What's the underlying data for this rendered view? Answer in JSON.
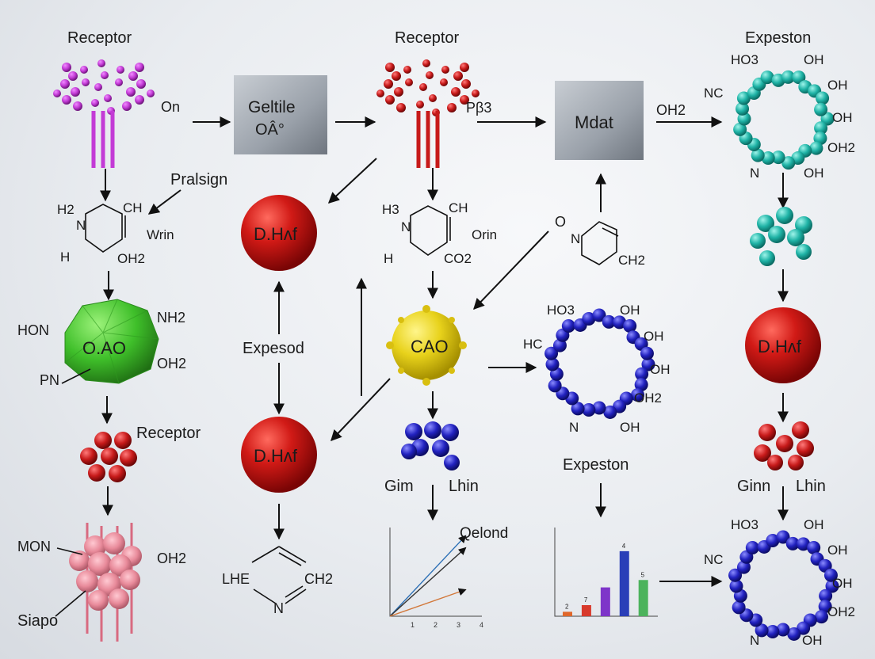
{
  "colors": {
    "receptor_magenta": "#c33bd6",
    "receptor_red": "#c71a1a",
    "teal": "#1fb3a6",
    "green": "#3fbf2a",
    "yellow": "#e8d21b",
    "red_sphere": "#c91515",
    "blue": "#2222c0",
    "pink": "#e88a9a",
    "box_gray": "#9aa1aa"
  },
  "labels": {
    "receptor_1": "Receptor",
    "receptor_2": "Receptor",
    "expeston_top": "Expeston",
    "o_h_1": "On",
    "p_label": "Pβ3",
    "oh2_top": "OH2",
    "box1_line1": "Geltile",
    "box1_line2": "OÂ°",
    "box2": "Mdat",
    "pralsign": "Pralsign",
    "ring1_h2": "H2",
    "ring1_ch": "CH",
    "ring1_n": "N",
    "ring1_h": "H",
    "ring1_oh2": "OH2",
    "wrin": "Wrin",
    "ring2_h3": "H3",
    "ring2_ch": "CH",
    "ring2_n": "N",
    "ring2_h": "H",
    "ring2_co2": "CO2",
    "orin": "Orin",
    "o_label": "O",
    "ring3_n": "N",
    "ring3_ch2": "CH2",
    "dhat_1": "D.Hʌf",
    "dhat_2": "D.Hʌf",
    "dhat_3": "D.Hʌf",
    "expesod": "Expesod",
    "green_center": "O.AO",
    "green_hon": "HON",
    "green_nh2": "NH2",
    "green_oh2": "OH2",
    "green_pn": "PN",
    "cao": "CAO",
    "receptor_3": "Receptor",
    "mon": "MON",
    "pink_oh2": "OH2",
    "siapo": "Siapo",
    "lhe": "LHE",
    "lhe_ch2": "CH2",
    "lhe_n": "N",
    "gim": "Gim",
    "lhin_1": "Lhin",
    "qelond": "Qelond",
    "expeston_mid": "Expeston",
    "ginn": "Ginn",
    "lhin_2": "Lhin",
    "teal_ring": {
      "ho3": "HO3",
      "nc": "NC",
      "n": "N",
      "oh_1": "OH",
      "oh_2": "OH",
      "oh_3": "OH",
      "oh2": "OH2",
      "oh_4": "OH"
    },
    "blue_ring_mid": {
      "ho3": "HO3",
      "hc": "HC",
      "n": "N",
      "oh_1": "OH",
      "oh_2": "OH",
      "oh_3": "OH",
      "oh2": "OH2",
      "oh_4": "OH"
    },
    "blue_ring_bottom": {
      "ho3": "HO3",
      "nc": "NC",
      "n": "N",
      "oh_1": "OH",
      "oh_2": "OH",
      "oh_3": "OH",
      "oh2": "OH2",
      "oh_4": "OH"
    }
  },
  "chart_data": [
    {
      "type": "line",
      "x_ticks": [
        "1",
        "2",
        "3",
        "4"
      ],
      "series": [
        {
          "color": "#2b6fb5",
          "x": [
            0,
            3.3
          ],
          "y": [
            0,
            10
          ]
        },
        {
          "color": "#333333",
          "x": [
            0,
            3.3
          ],
          "y": [
            0,
            8.5
          ]
        },
        {
          "color": "#d2783a",
          "x": [
            0,
            3.3
          ],
          "y": [
            0,
            3.3
          ]
        }
      ],
      "xlim": [
        0,
        4
      ],
      "ylim": [
        0,
        11
      ]
    },
    {
      "type": "bar",
      "categories": [
        "",
        "",
        "",
        "",
        ""
      ],
      "values": [
        0.6,
        1.5,
        3.9,
        8.8,
        4.9
      ],
      "bar_labels": [
        "2",
        "7",
        "",
        "4",
        "5"
      ],
      "colors": [
        "#e0672b",
        "#d83a2c",
        "#7e35c9",
        "#2a3fb8",
        "#4cb35c"
      ],
      "ylim": [
        0,
        12
      ]
    }
  ]
}
